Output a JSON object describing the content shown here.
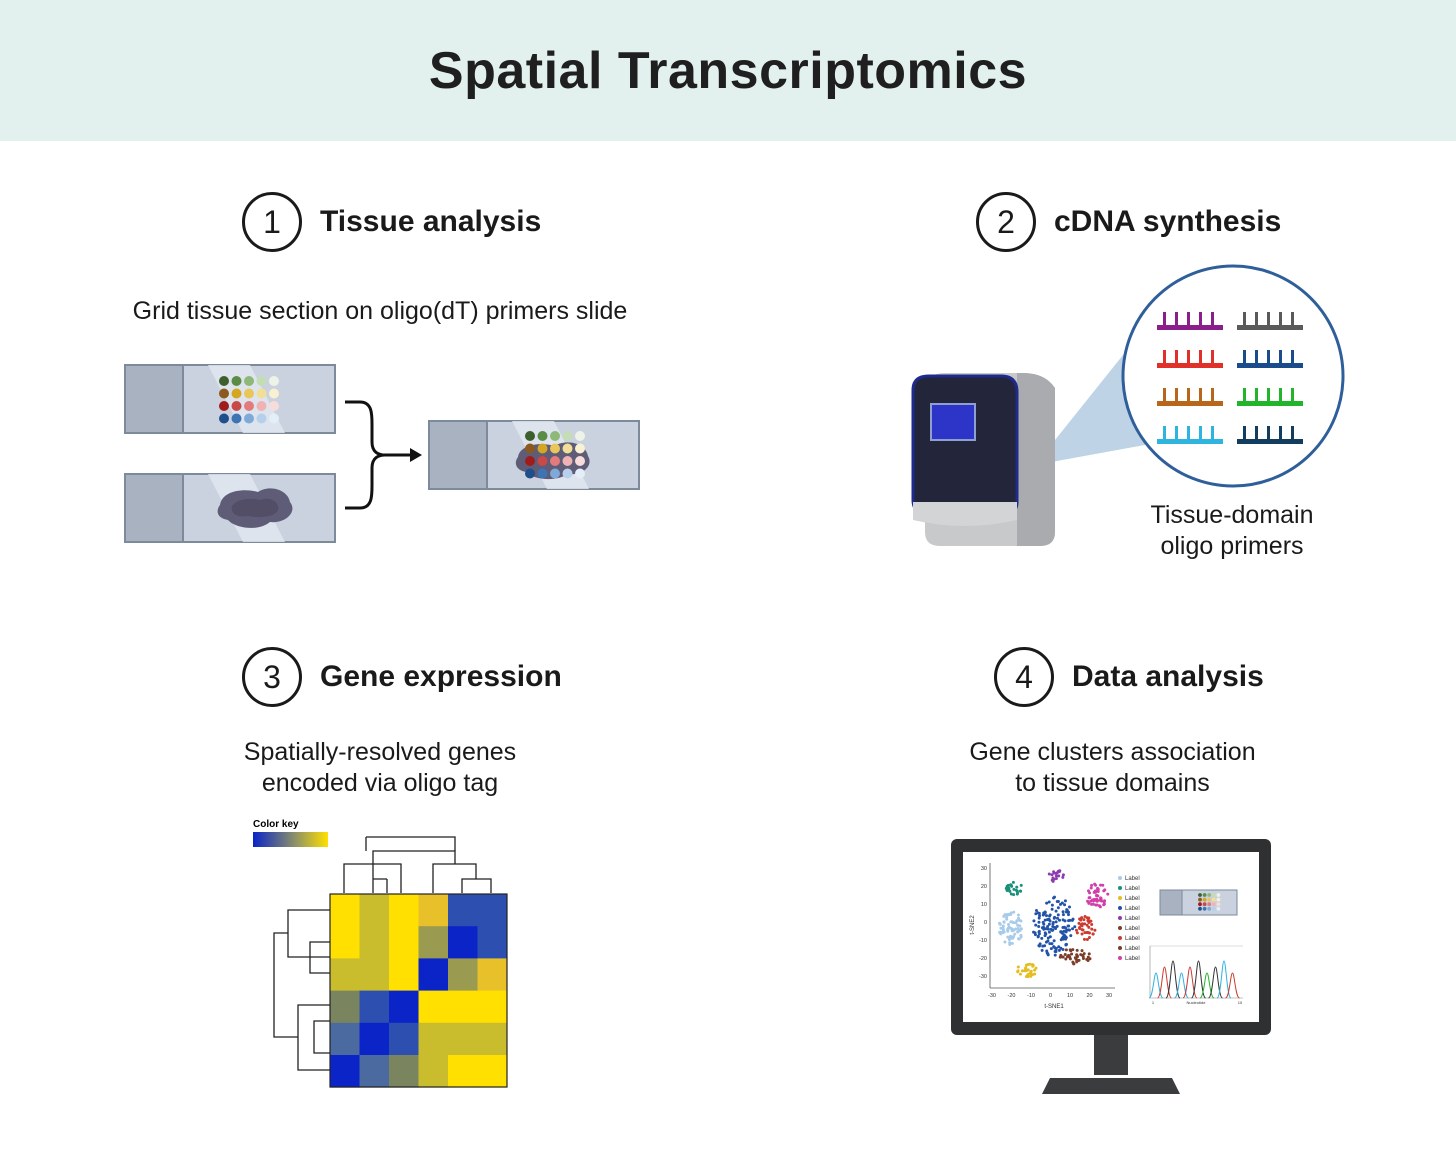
{
  "title": "Spatial Transcriptomics",
  "steps": [
    {
      "number": "1",
      "title": "Tissue analysis",
      "subtitle": "Grid tissue section on oligo(dT) primers slide"
    },
    {
      "number": "2",
      "title": "cDNA synthesis",
      "subtitle_line1": "Tissue-domain",
      "subtitle_line2": "oligo primers"
    },
    {
      "number": "3",
      "title": "Gene expression",
      "subtitle_line1": "Spatially-resolved genes",
      "subtitle_line2": "encoded via oligo tag"
    },
    {
      "number": "4",
      "title": "Data analysis",
      "subtitle_line1": "Gene clusters association",
      "subtitle_line2": "to tissue domains"
    }
  ],
  "heatmap": {
    "color_key_label": "Color key"
  },
  "tsne": {
    "xlabel": "t-SNE1",
    "ylabel": "t-SNE2",
    "x_ticks": [
      "-30",
      "-20",
      "-10",
      "0",
      "10",
      "20",
      "30"
    ],
    "y_ticks": [
      "30",
      "20",
      "10",
      "0",
      "-10",
      "-20",
      "-30"
    ],
    "legend": [
      "Label",
      "Label",
      "Label",
      "Label",
      "Label",
      "Label",
      "Label",
      "Label",
      "Label"
    ]
  },
  "trace": {
    "xlabel": "Nucleotide",
    "ticks": [
      "1",
      "10"
    ]
  },
  "colors": {
    "header_bg": "#e3f1ee",
    "heat_blue": "#0a24c8",
    "heat_yellow": "#ffe000"
  }
}
